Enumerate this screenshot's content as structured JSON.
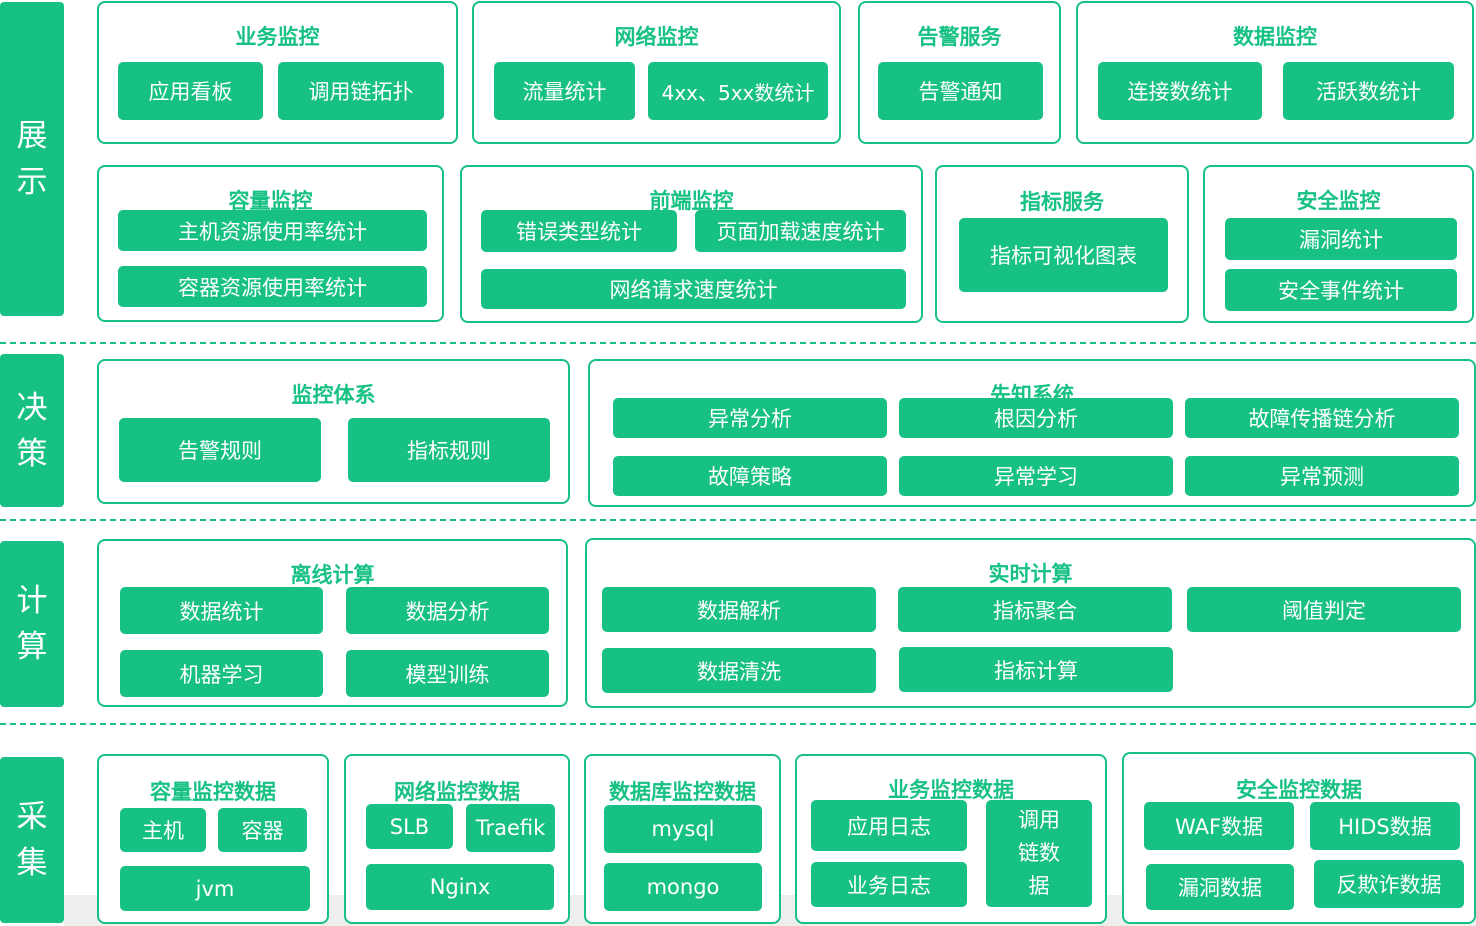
{
  "layers": {
    "display": {
      "label": [
        "展",
        "示"
      ]
    },
    "decision": {
      "label": [
        "决",
        "策"
      ]
    },
    "compute": {
      "label": [
        "计",
        "算"
      ]
    },
    "collect": {
      "label": [
        "采",
        "集"
      ]
    }
  },
  "display": {
    "business_monitor": {
      "title": "业务监控",
      "items": [
        "应用看板",
        "调用链拓扑"
      ]
    },
    "network_monitor": {
      "title": "网络监控",
      "items": [
        "流量统计",
        "4xx、5xx数统计"
      ]
    },
    "alert_service": {
      "title": "告警服务",
      "items": [
        "告警通知"
      ]
    },
    "data_monitor": {
      "title": "数据监控",
      "items": [
        "连接数统计",
        "活跃数统计"
      ]
    },
    "capacity_monitor": {
      "title": "容量监控",
      "items": [
        "主机资源使用率统计",
        "容器资源使用率统计"
      ]
    },
    "frontend_monitor": {
      "title": "前端监控",
      "items": [
        "错误类型统计",
        "页面加载速度统计",
        "网络请求速度统计"
      ]
    },
    "metric_service": {
      "title": "指标服务",
      "items": [
        "指标可视化图表"
      ]
    },
    "security_monitor": {
      "title": "安全监控",
      "items": [
        "漏洞统计",
        "安全事件统计"
      ]
    }
  },
  "decision": {
    "monitor_system": {
      "title": "监控体系",
      "items": [
        "告警规则",
        "指标规则"
      ]
    },
    "prophet_system": {
      "title": "先知系统",
      "items": [
        "异常分析",
        "根因分析",
        "故障传播链分析",
        "故障策略",
        "异常学习",
        "异常预测"
      ]
    }
  },
  "compute": {
    "offline": {
      "title": "离线计算",
      "items": [
        "数据统计",
        "数据分析",
        "机器学习",
        "模型训练"
      ]
    },
    "realtime": {
      "title": "实时计算",
      "items": [
        "数据解析",
        "指标聚合",
        "阈值判定",
        "数据清洗",
        "指标计算"
      ]
    }
  },
  "collect": {
    "capacity_data": {
      "title": "容量监控数据",
      "items": [
        "主机",
        "容器",
        "jvm"
      ]
    },
    "network_data": {
      "title": "网络监控数据",
      "items": [
        "SLB",
        "Traefik",
        "Nginx"
      ]
    },
    "database_data": {
      "title": "数据库监控数据",
      "items": [
        "mysql",
        "mongo"
      ]
    },
    "business_data": {
      "title": "业务监控数据",
      "items": [
        "应用日志",
        "业务日志"
      ],
      "tall_item": [
        "调用",
        "链数",
        "据"
      ]
    },
    "security_data": {
      "title": "安全监控数据",
      "items": [
        "WAF数据",
        "HIDS数据",
        "漏洞数据",
        "反欺诈数据"
      ]
    }
  },
  "colors": {
    "accent": "#17c184",
    "background": "#ffffff",
    "text_on_accent": "#ffffff"
  }
}
